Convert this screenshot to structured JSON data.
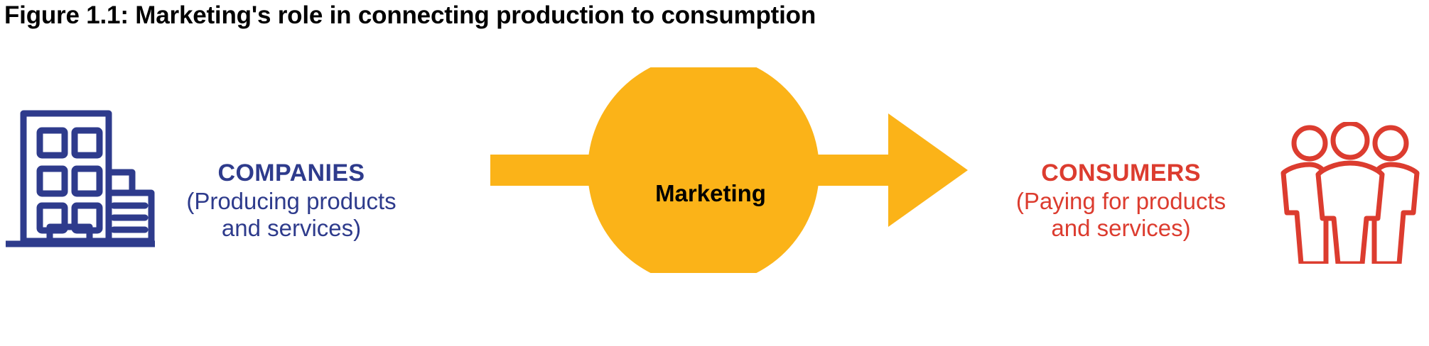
{
  "figure": {
    "title": "Figure 1.1: Marketing's role in connecting production to consumption"
  },
  "left_node": {
    "icon": "office-building-icon",
    "heading": "COMPANIES",
    "sub_line_1": "(Producing products",
    "sub_line_2": "and services)",
    "color": "#2E3B8C"
  },
  "center_node": {
    "icon": "right-arrow-with-circle",
    "label": "Marketing",
    "fill_color": "#FBB318",
    "label_color": "#000000"
  },
  "right_node": {
    "icon": "three-people-icon",
    "heading": "CONSUMERS",
    "sub_line_1": "(Paying for products",
    "sub_line_2": "and services)",
    "color": "#DC3C2F"
  },
  "palette": {
    "background": "#FFFFFF",
    "blue": "#2E3B8C",
    "orange": "#FBB318",
    "red": "#DC3C2F",
    "black": "#000000"
  }
}
